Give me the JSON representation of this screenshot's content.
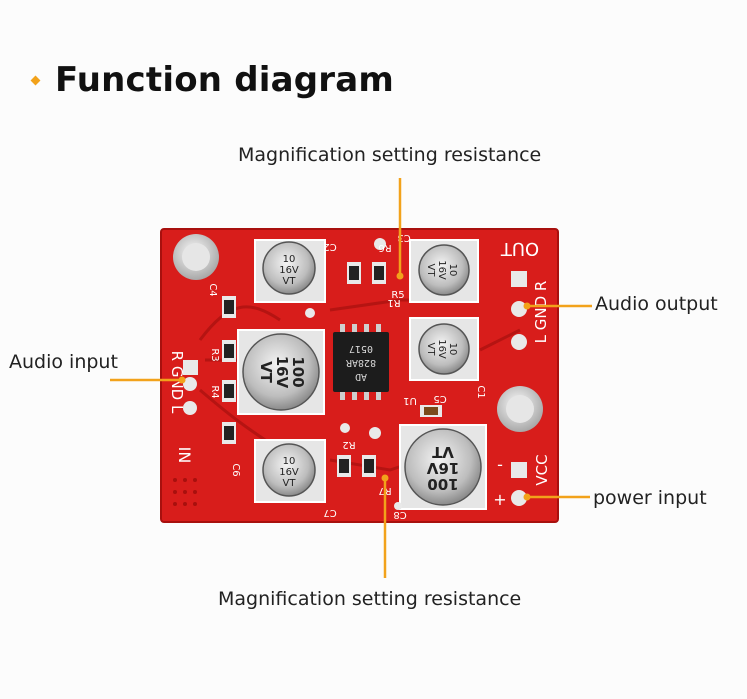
{
  "title": "Function diagram",
  "labels": {
    "top": "Magnification setting resistance",
    "bottom": "Magnification setting resistance",
    "audio_input": "Audio input",
    "audio_output": "Audio output",
    "power_input": "power input"
  },
  "silkscreen": {
    "out": "OUT",
    "out_pins": "L GND R",
    "in": "IN",
    "in_pins": "R GND L",
    "vcc": "VCC",
    "plus": "+",
    "minus": "-",
    "r1": "R1",
    "r2": "R2",
    "r3": "R3",
    "r4": "R4",
    "r5": "R5",
    "r6": "R6",
    "r7": "R7",
    "c1": "C1",
    "c2": "C2",
    "c3": "C3",
    "c4": "C4",
    "c5": "C5",
    "c6": "C6",
    "c7": "C7",
    "c8": "C8",
    "u1": "U1"
  },
  "chip": {
    "line1": "AD",
    "line2": "828AR",
    "line3": "0517"
  },
  "small_caps": {
    "line1": "10",
    "line2": "16V",
    "line3": "VT"
  },
  "big_caps": [
    {
      "line1": "100",
      "line2": "16V",
      "line3": "VT"
    },
    {
      "line1": "100",
      "line2": "16V",
      "line3": "VT"
    }
  ],
  "colors": {
    "accent": "#f2a21b",
    "pcb": "#d81d1b",
    "pcb_dark": "#b51412",
    "silver": "#c9c9c9"
  }
}
